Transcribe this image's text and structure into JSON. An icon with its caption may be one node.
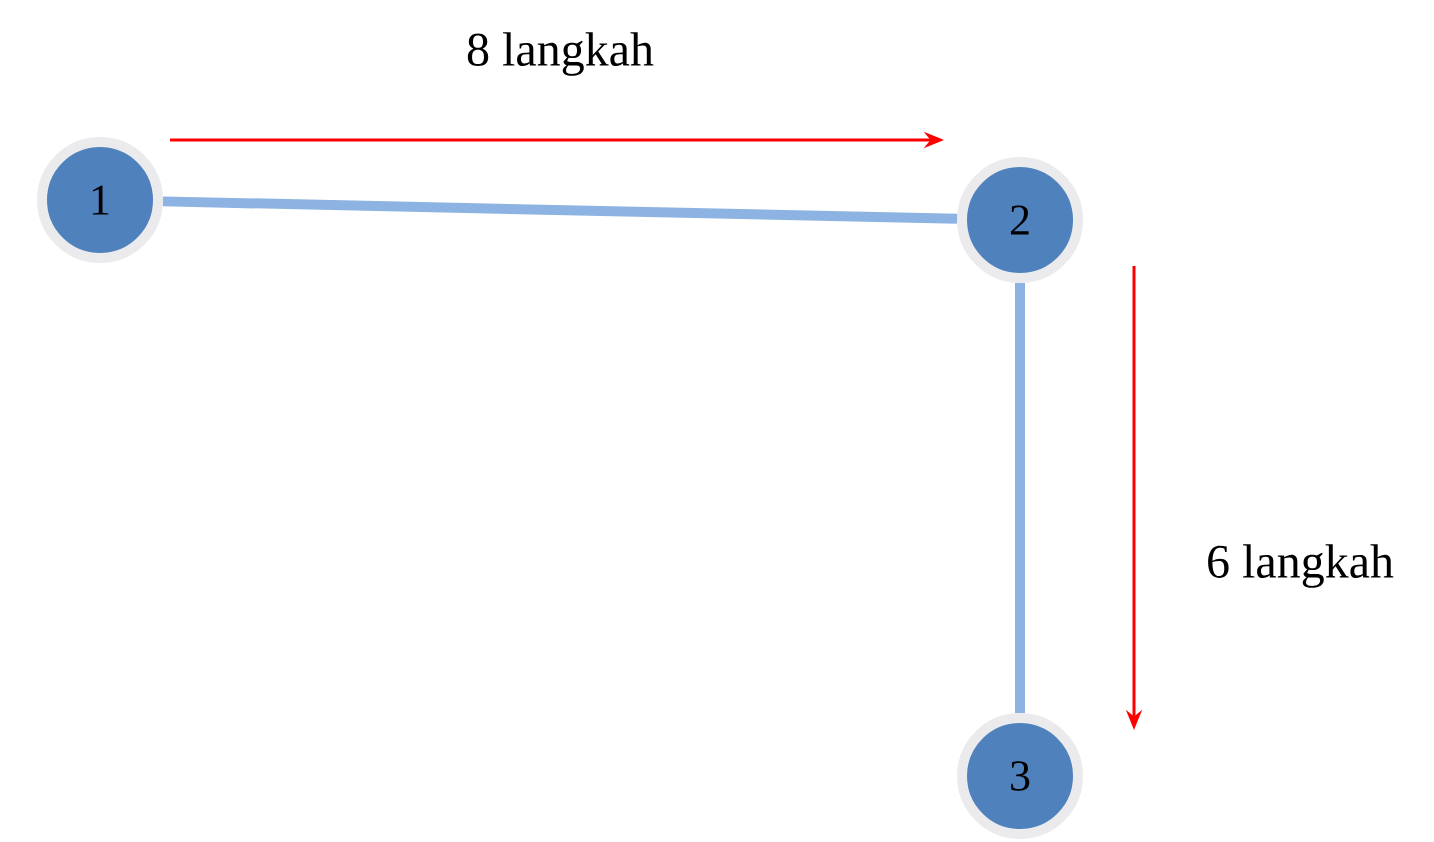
{
  "diagram": {
    "nodes": [
      {
        "text": [
          "1"
        ]
      },
      {
        "text": [
          "2"
        ]
      },
      {
        "text": [
          "3"
        ]
      }
    ],
    "edges": [
      {
        "from": 0,
        "to": 1,
        "arrow": "none"
      },
      {
        "from": 1,
        "to": 2,
        "arrow": "none"
      }
    ],
    "labels": [
      "8 langkah",
      "6 langkah"
    ]
  }
}
